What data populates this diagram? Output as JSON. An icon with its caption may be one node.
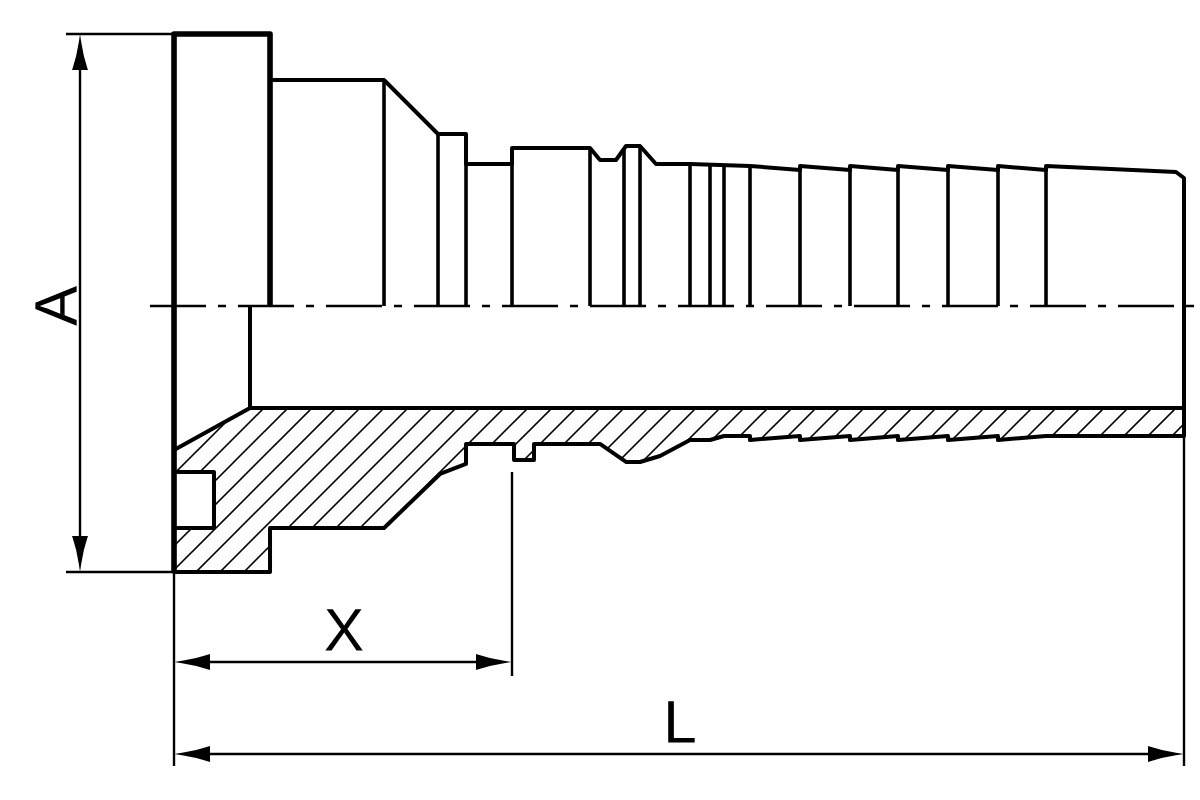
{
  "diagram": {
    "labels": [
      "A",
      "X",
      "L"
    ]
  }
}
